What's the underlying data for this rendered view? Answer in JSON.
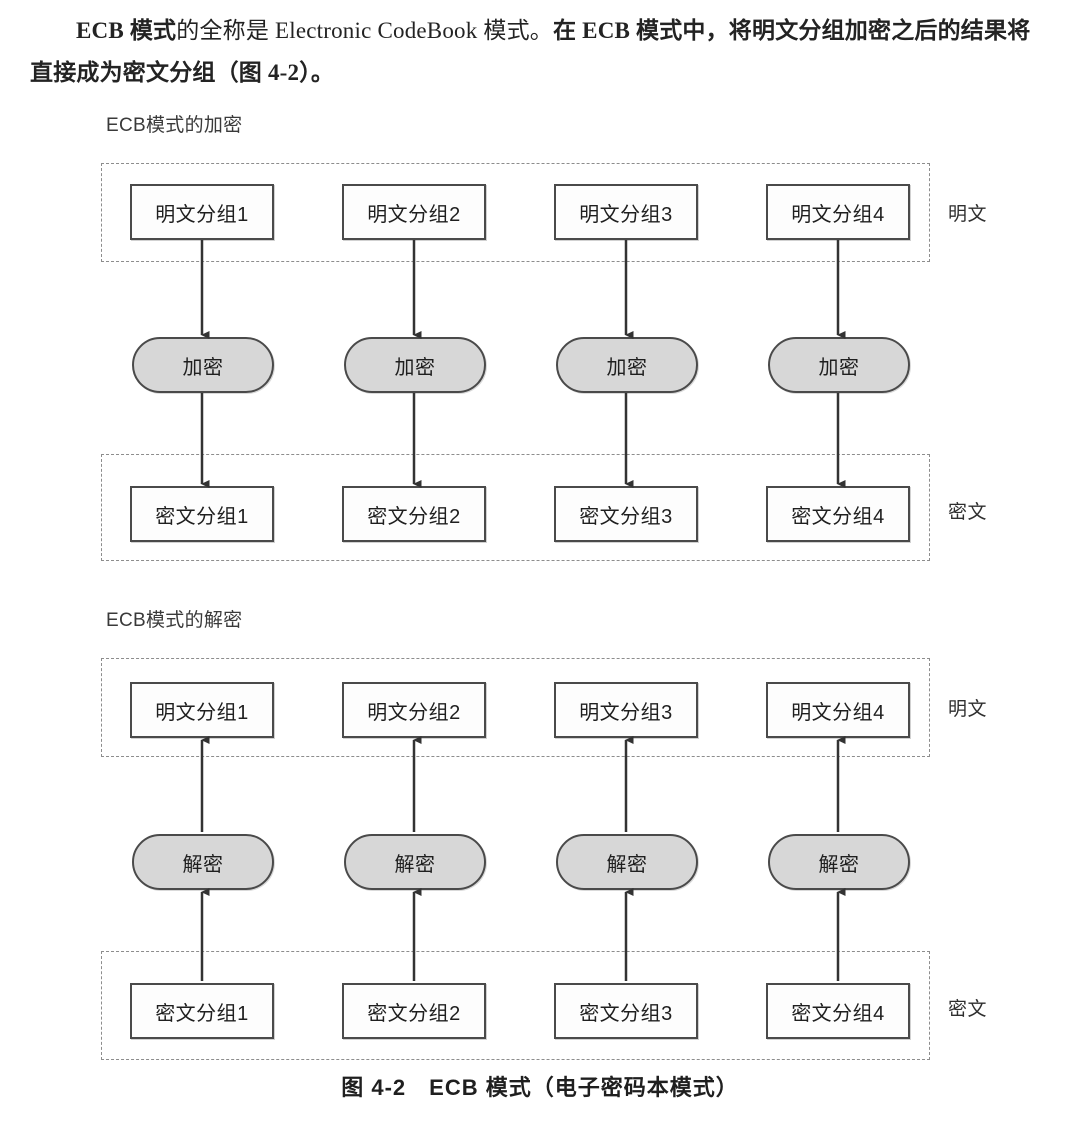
{
  "page": {
    "paragraph_line1_a": "ECB 模式",
    "paragraph_line1_b": "的全称是 Electronic CodeBook 模式。",
    "paragraph_line1_c": "在 ECB 模式中，将明文分组加密之后的结",
    "paragraph_line2": "果将直接成为密文分组（图 4-2）。",
    "full_paragraph": "ECB 模式的全称是 Electronic CodeBook 模式。在 ECB 模式中，将明文分组加密之后的结果将直接成为密文分组（图 4-2）。"
  },
  "figure": {
    "caption": "图 4-2　ECB 模式（电子密码本模式）",
    "encryption": {
      "title": "ECB模式的加密",
      "input_group_label": "明文",
      "output_group_label": "密文",
      "input_blocks": [
        "明文分组1",
        "明文分组2",
        "明文分组3",
        "明文分组4"
      ],
      "operation_blocks": [
        "加密",
        "加密",
        "加密",
        "加密"
      ],
      "output_blocks": [
        "密文分组1",
        "密文分组2",
        "密文分组3",
        "密文分组4"
      ],
      "flow_direction": "down"
    },
    "decryption": {
      "title": "ECB模式的解密",
      "input_group_label": "密文",
      "output_group_label": "明文",
      "output_blocks": [
        "明文分组1",
        "明文分组2",
        "明文分组3",
        "明文分组4"
      ],
      "operation_blocks": [
        "解密",
        "解密",
        "解密",
        "解密"
      ],
      "input_blocks": [
        "密文分组1",
        "密文分组2",
        "密文分组3",
        "密文分组4"
      ],
      "flow_direction": "up"
    }
  },
  "colors": {
    "page_background": "#ffffff",
    "block_border": "#4a4a4a",
    "block_fill": "#fdfdfd",
    "oval_fill": "#d7d7d7",
    "dashed_border": "#8d8d8d",
    "text": "#1f1f1f",
    "connector": "#333333"
  }
}
